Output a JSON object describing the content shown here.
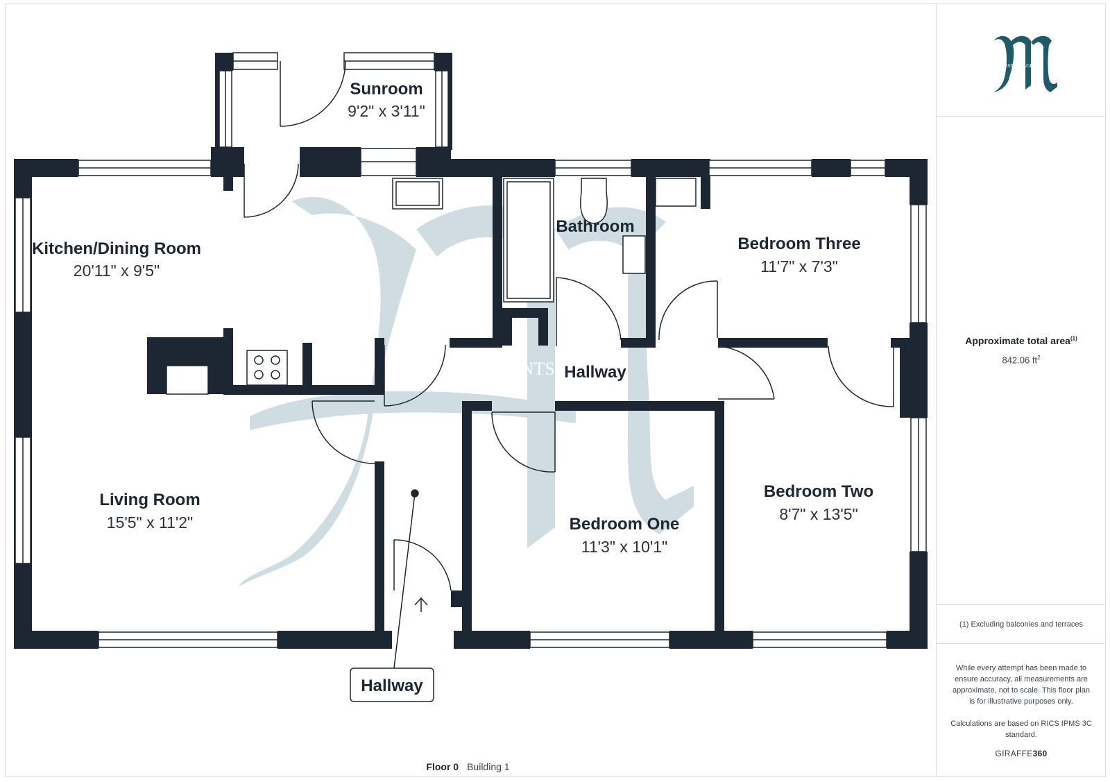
{
  "rooms": {
    "sunroom": {
      "name": "Sunroom",
      "dims": "9'2\" x 3'11\""
    },
    "kitchen": {
      "name": "Kitchen/Dining Room",
      "dims": "20'11\" x 9'5\""
    },
    "bathroom": {
      "name": "Bathroom"
    },
    "bedroom_three": {
      "name": "Bedroom Three",
      "dims": "11'7\" x 7'3\""
    },
    "hallway_inner": {
      "name": "Hallway"
    },
    "living": {
      "name": "Living Room",
      "dims": "15'5\" x 11'2\""
    },
    "bedroom_one": {
      "name": "Bedroom One",
      "dims": "11'3\" x 10'1\""
    },
    "bedroom_two": {
      "name": "Bedroom Two",
      "dims": "8'7\" x 13'5\""
    },
    "hallway_callout": {
      "name": "Hallway"
    }
  },
  "watermark": {
    "text": "ESTATE AGENTS"
  },
  "logo": {
    "lettering": "ESTATE AGENTS"
  },
  "sidebar": {
    "area_title": "Approximate total area",
    "area_title_sup": "(1)",
    "area_value": "842.06 ft",
    "area_unit_sup": "2",
    "footnote": "(1) Excluding balconies and terraces",
    "disclaimer": "While every attempt has been made to ensure accuracy, all measurements are approximate, not to scale. This floor plan is for illustrative purposes only.",
    "calculations": "Calculations are based on RICS IPMS 3C standard.",
    "brand_prefix": "GIRAFFE",
    "brand_suffix": "360"
  },
  "footer": {
    "floor": "Floor 0",
    "building": "Building 1"
  },
  "colors": {
    "wall": "#1d2733",
    "brand_teal": "#1e5a6a",
    "watermark": "#cfdde3",
    "text": "#1d2733"
  }
}
